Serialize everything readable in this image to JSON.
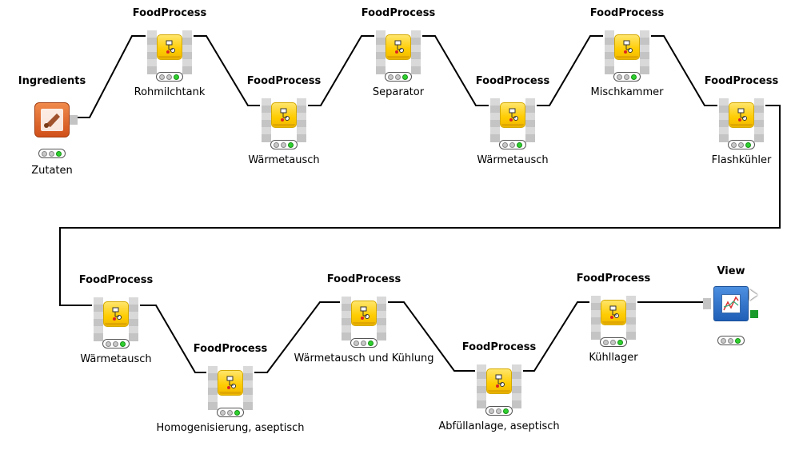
{
  "workflow": {
    "ingredients": {
      "title": "Ingredients",
      "label": "Zutaten",
      "icon": "ingredients-icon"
    },
    "nodes": [
      {
        "title": "FoodProcess",
        "label": "Rohmilchtank"
      },
      {
        "title": "FoodProcess",
        "label": "Wärmetausch"
      },
      {
        "title": "FoodProcess",
        "label": "Separator"
      },
      {
        "title": "FoodProcess",
        "label": "Wärmetausch"
      },
      {
        "title": "FoodProcess",
        "label": "Mischkammer"
      },
      {
        "title": "FoodProcess",
        "label": "Flashkühler"
      },
      {
        "title": "FoodProcess",
        "label": "Wärmetausch"
      },
      {
        "title": "FoodProcess",
        "label": "Homogenisierung, aseptisch"
      },
      {
        "title": "FoodProcess",
        "label": "Wärmetausch und Kühlung"
      },
      {
        "title": "FoodProcess",
        "label": "Abfüllanlage, aseptisch"
      },
      {
        "title": "FoodProcess",
        "label": "Kühllager"
      }
    ],
    "view": {
      "title": "View",
      "label": "",
      "icon": "line-plot-icon"
    },
    "colors": {
      "metanode": "#ffcc00",
      "ingredients_node": "#e06a2c",
      "view_node": "#2f6fcc",
      "status_ok": "#2fd02f"
    }
  }
}
